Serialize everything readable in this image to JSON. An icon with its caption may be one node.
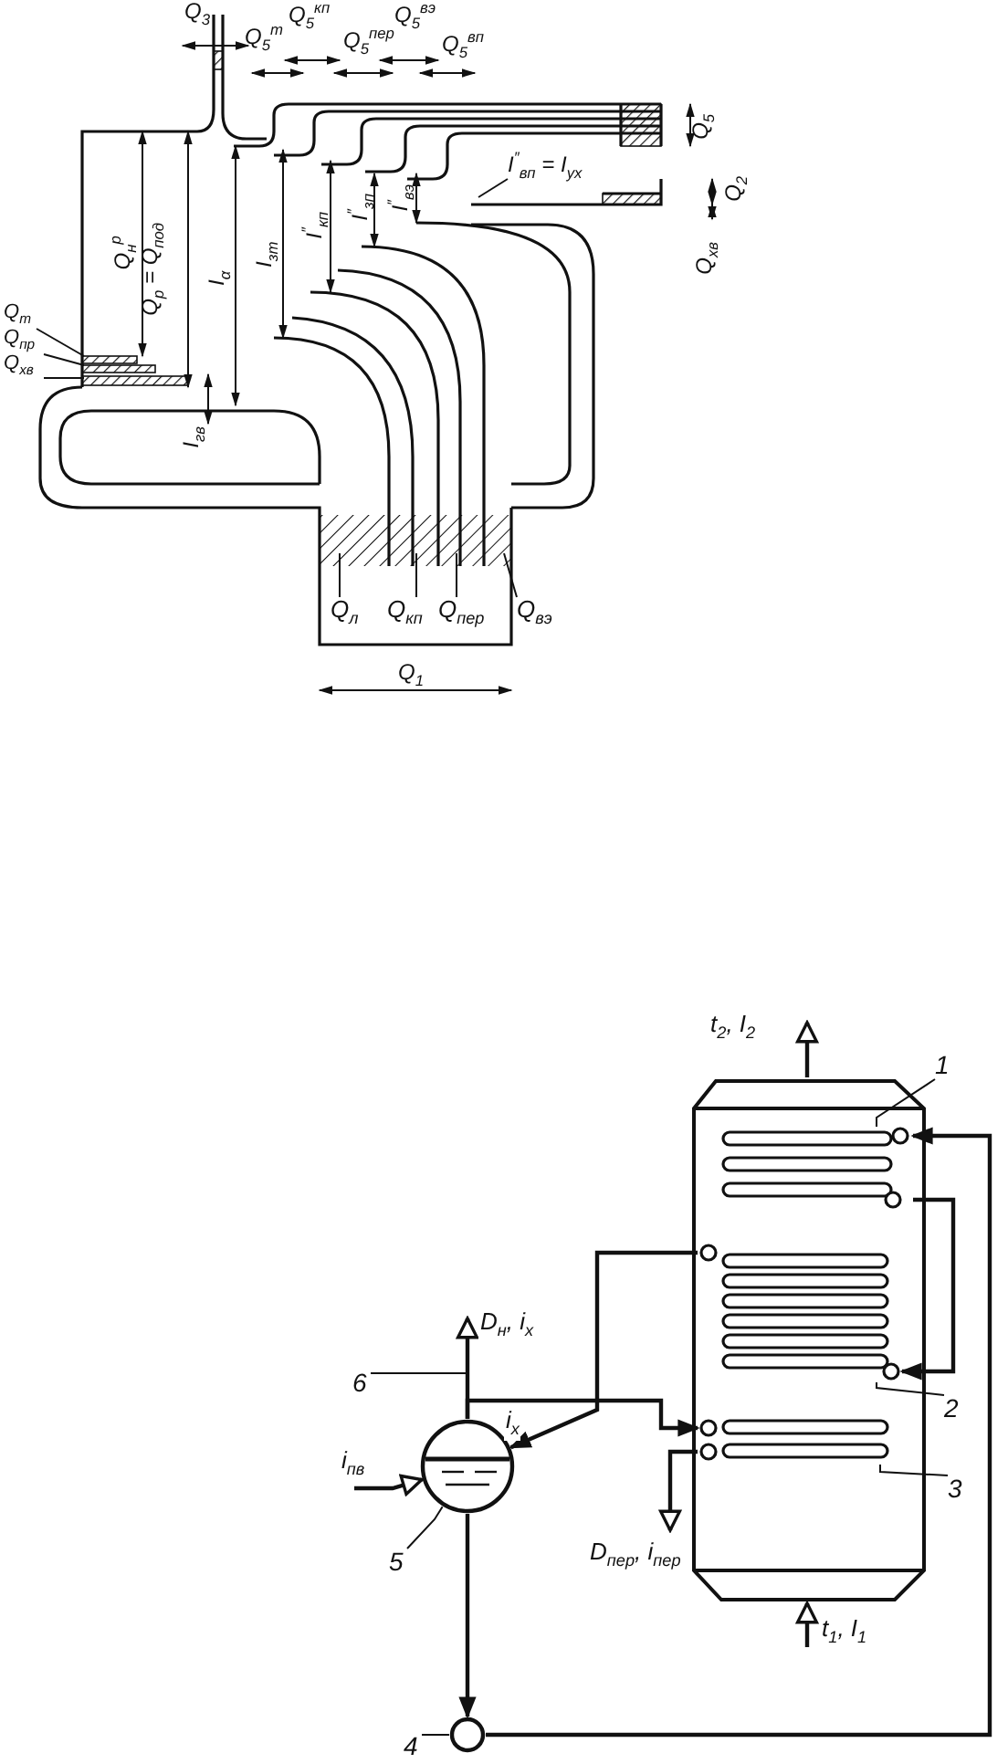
{
  "diagram": {
    "nodes": [
      {
        "text": [
          "Q$_{т}$"
        ]
      },
      {
        "text": [
          "Q$_{пр}$"
        ]
      },
      {
        "text": [
          "Q$_{хв}$"
        ]
      },
      {
        "text": [
          "I$^{″}$$_{вп}$ = I$_{ух}$"
        ]
      },
      {
        "text": [
          "Q$_{л}$"
        ]
      },
      {
        "text": [
          "Q$_{кп}$"
        ]
      },
      {
        "text": [
          "Q$_{пер}$"
        ]
      },
      {
        "text": [
          "Q$_{вэ}$"
        ]
      },
      {
        "text": [],
        "shape": "box"
      },
      {
        "text": [],
        "shape": "coil",
        "in": 8
      },
      {
        "text": [],
        "shape": "coil",
        "in": 8
      },
      {
        "text": [],
        "shape": "coil",
        "in": 8
      },
      {
        "text": [],
        "shape": "circle"
      },
      {
        "text": [],
        "shape": "circle"
      },
      {
        "text": [
          "1"
        ]
      },
      {
        "text": [
          "2"
        ]
      },
      {
        "text": [
          "3"
        ]
      },
      {
        "text": [
          "4"
        ]
      },
      {
        "text": [
          "5"
        ]
      },
      {
        "text": [
          "6"
        ]
      }
    ],
    "edges": [
      {
        "from": 0,
        "to": null,
        "arrow": "none"
      },
      {
        "from": 1,
        "to": null,
        "arrow": "none"
      },
      {
        "from": 2,
        "to": null,
        "arrow": "none"
      },
      {
        "from": 3,
        "to": null,
        "arrow": "none"
      },
      {
        "from": 4,
        "to": null,
        "arrow": "none"
      },
      {
        "from": 5,
        "to": null,
        "arrow": "none"
      },
      {
        "from": 6,
        "to": null,
        "arrow": "none"
      },
      {
        "from": 7,
        "to": null,
        "arrow": "none"
      },
      {
        "from": 13,
        "to": 9,
        "arrow": "to"
      },
      {
        "from": 9,
        "to": 10,
        "arrow": "to"
      },
      {
        "from": 10,
        "to": 12,
        "arrow": "to"
      },
      {
        "from": 12,
        "to": 11,
        "arrow": "to",
        "label": "i$_{х}$"
      },
      {
        "from": 12,
        "to": null,
        "arrow": "to",
        "label": "D$_{н}$, i$_{х}$"
      },
      {
        "from": 11,
        "to": null,
        "arrow": "to",
        "label": "D$_{пер}$, i$_{пер}$"
      },
      {
        "from": null,
        "to": 12,
        "arrow": "to",
        "label": "i$_{пв}$"
      },
      {
        "from": 12,
        "to": 13,
        "arrow": "to"
      },
      {
        "from": null,
        "to": 8,
        "arrow": "to",
        "label": "t$_{1}$, I$_{1}$"
      },
      {
        "from": 8,
        "to": null,
        "arrow": "to",
        "label": "t$_{2}$, I$_{2}$"
      },
      {
        "from": 14,
        "to": 9,
        "arrow": "none"
      },
      {
        "from": 15,
        "to": 10,
        "arrow": "none"
      },
      {
        "from": 16,
        "to": 11,
        "arrow": "none"
      },
      {
        "from": 17,
        "to": 13,
        "arrow": "none"
      },
      {
        "from": 18,
        "to": 12,
        "arrow": "none"
      },
      {
        "from": 19,
        "to": null,
        "arrow": "none"
      }
    ],
    "labels": [
      "Q$_{3}$",
      "Q$_{5}$$^{т}$",
      "Q$_{5}$$^{кп}$",
      "Q$_{5}$$^{пер}$",
      "Q$_{5}$$^{вэ}$",
      "Q$_{5}$$^{вп}$",
      "Q$_{5}$",
      "Q$_{2}$",
      "Q$_{н}$$^{р}$",
      "Q$_{р}$ = Q$_{под}$",
      "I$_{α}$",
      "I$_{зт}$",
      "I$^{″}$$_{кп}$",
      "I$^{″}$$_{зп}$",
      "I$^{″}$$_{вэ}$",
      "Q$_{хв}$",
      "I$_{гв}$",
      "Q$_{1}$"
    ]
  }
}
